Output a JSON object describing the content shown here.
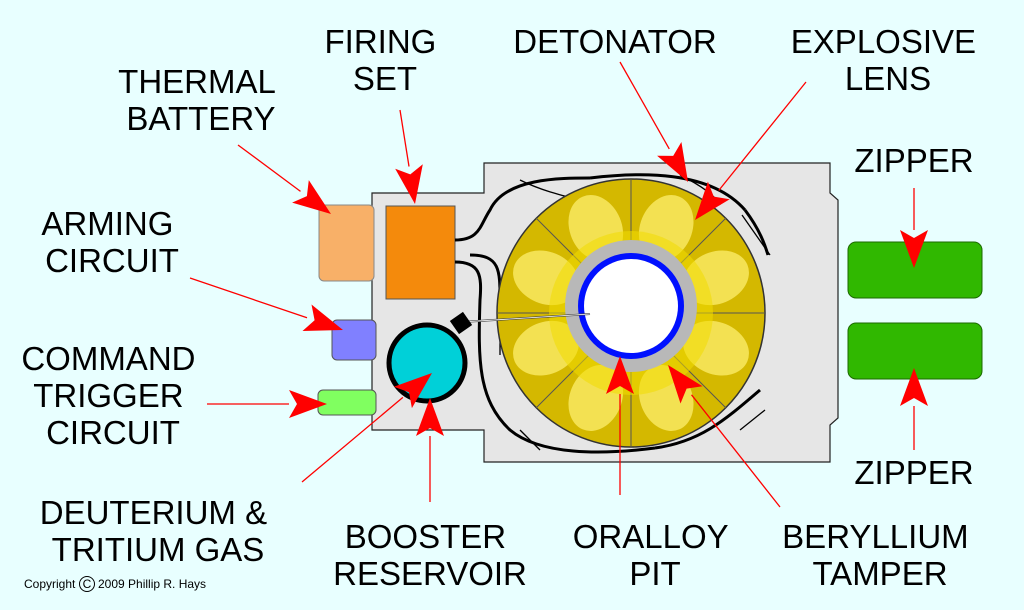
{
  "labels": {
    "firing_set": [
      "FIRING",
      "SET"
    ],
    "detonator": [
      "DETONATOR"
    ],
    "explosive_lens": [
      "EXPLOSIVE",
      "LENS"
    ],
    "thermal_battery": [
      "THERMAL",
      "BATTERY"
    ],
    "zipper_top": [
      "ZIPPER"
    ],
    "arming_circuit": [
      "ARMING",
      "CIRCUIT"
    ],
    "command_trigger": [
      "COMMAND",
      "TRIGGER",
      "CIRCUIT"
    ],
    "zipper_bottom": [
      "ZIPPER"
    ],
    "deuterium_tritium": [
      "DEUTERIUM &",
      "TRITIUM GAS"
    ],
    "booster_reservoir": [
      "BOOSTER",
      "RESERVOIR"
    ],
    "oralloy_pit": [
      "ORALLOY",
      "PIT"
    ],
    "beryllium_tamper": [
      "BERYLLIUM",
      "TAMPER"
    ]
  },
  "copyright": {
    "prefix": "Copyright",
    "symbol": "C",
    "text": "2009 Phillip R. Hays"
  },
  "colors": {
    "background": "#e8ffff",
    "casing": "#e6e6e6",
    "thermal_battery": "#f8b068",
    "firing_set": "#f48a0c",
    "arming_circuit": "#8080ff",
    "command_trigger": "#80ff60",
    "booster_reservoir": "#00d0d8",
    "explosive_outer": "#d4b800",
    "explosive_inner": "#f0dc00",
    "petal": "#f8e860",
    "tamper": "#b8b8b8",
    "pit_ring": "#0010ff",
    "zipper": "#30b800",
    "arrow": "#ff0000"
  }
}
